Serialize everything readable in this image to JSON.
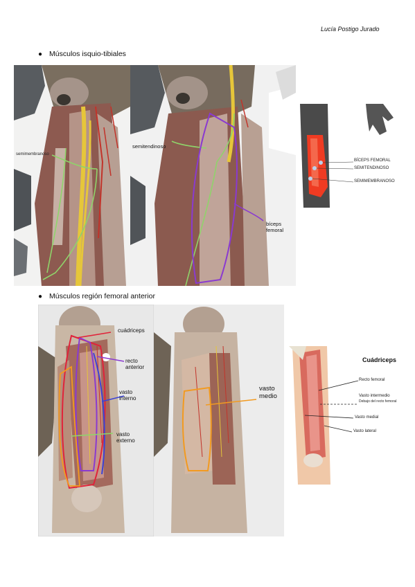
{
  "header": {
    "author": "Lucía Postigo Jurado"
  },
  "sections": [
    {
      "heading": "Músculos isquio-tibiales",
      "photo1_labels": {
        "left": "semimembranoso"
      },
      "photo2_labels": {
        "left": "semitendinoso",
        "right": "bíceps\nfemoral"
      },
      "reference": {
        "labels": [
          "BÍCEPS FEMORAL",
          "SEMITENDINOSO",
          "SEMIMEMBRANOSO"
        ]
      }
    },
    {
      "heading": "Músculos región femoral anterior",
      "photo1_labels": [
        "cuádriceps",
        "recto\nanterior",
        "vasto\ninterno",
        "vasto\nexterno"
      ],
      "photo2_labels": [
        "vasto\nmedio"
      ],
      "reference": {
        "title": "Cuádriceps",
        "labels": [
          "Recto femoral",
          "Vasto intermedio",
          "Debajo del recto femoral",
          "Vasto medial",
          "Vasto lateral"
        ]
      }
    }
  ],
  "colors": {
    "green_outline": "#8fd46a",
    "purple_outline": "#8a3ad0",
    "red_outline": "#e0233a",
    "blue_outline": "#3b43d6",
    "orange_outline": "#f29a20",
    "nerve_yellow": "#e6c63a",
    "muscle_red": "#ef3b22"
  }
}
